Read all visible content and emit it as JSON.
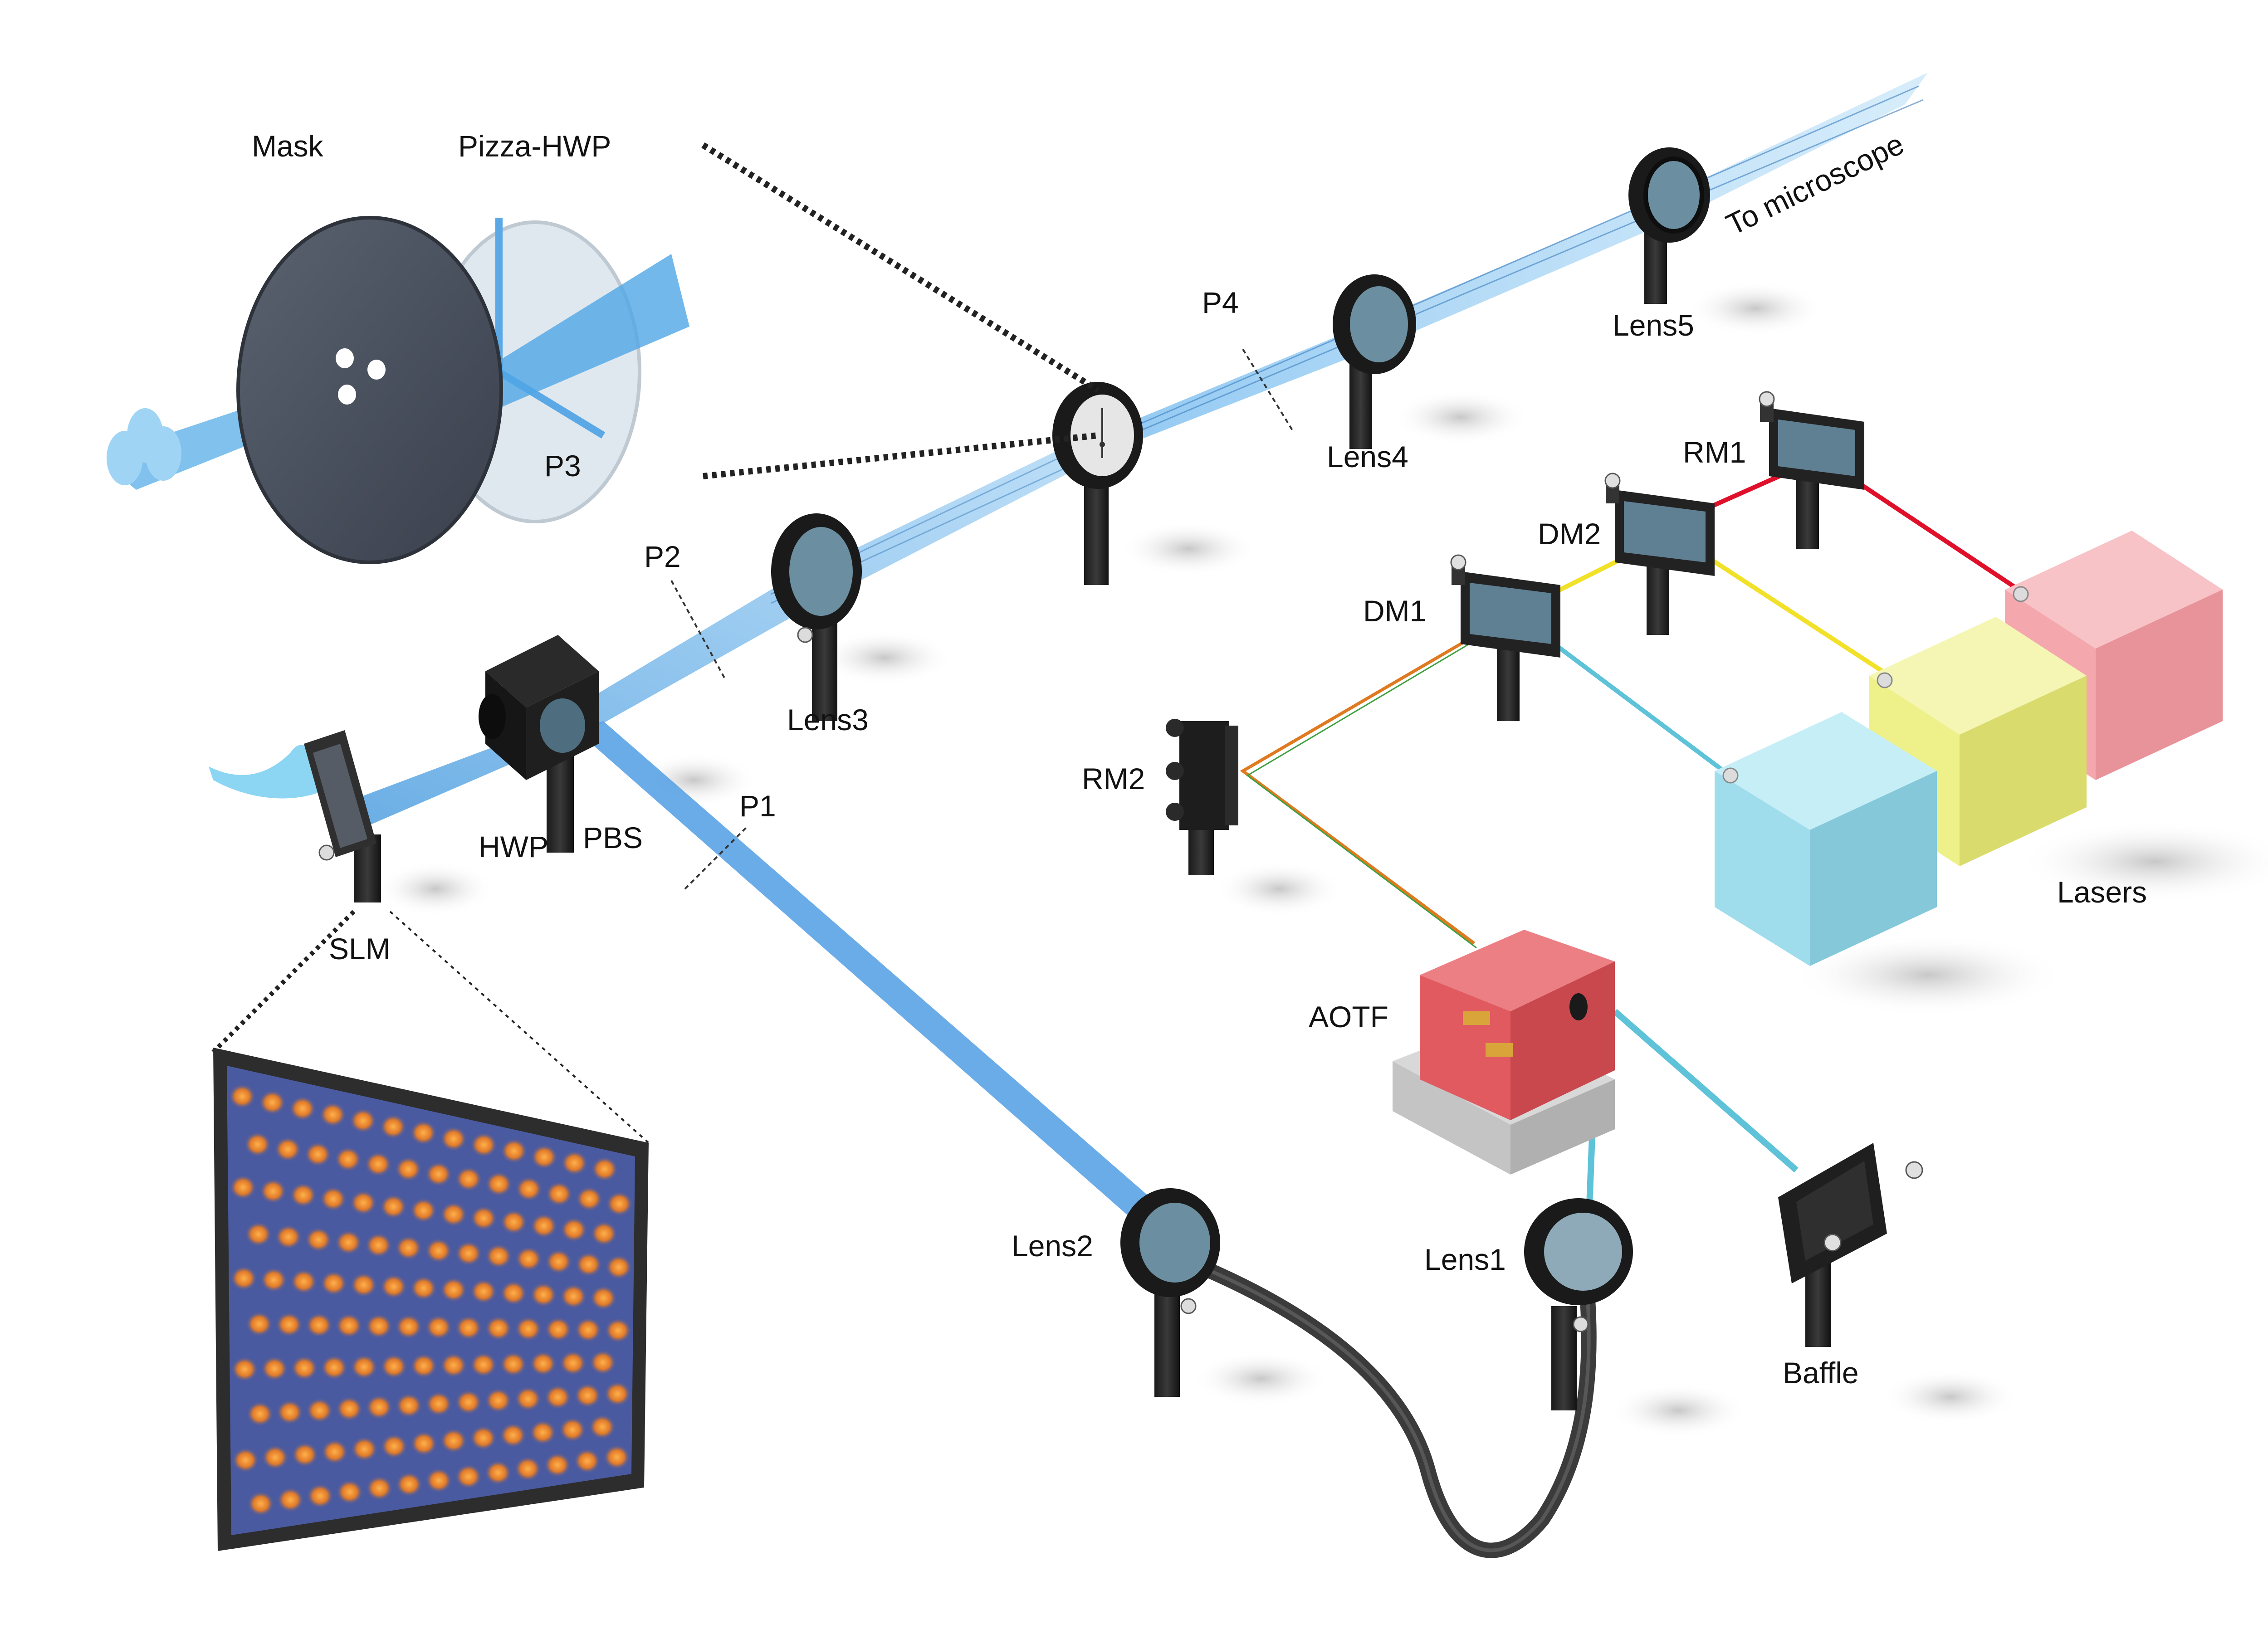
{
  "labels": {
    "mask": "Mask",
    "pizza_hwp": "Pizza-HWP",
    "p3": "P3",
    "p2": "P2",
    "p4": "P4",
    "p1": "P1",
    "lens1": "Lens1",
    "lens2": "Lens2",
    "lens3": "Lens3",
    "lens4": "Lens4",
    "lens5": "Lens5",
    "to_microscope": "To microscope",
    "rm1": "RM1",
    "rm2": "RM2",
    "dm1": "DM1",
    "dm2": "DM2",
    "hwp": "HWP",
    "pbs": "PBS",
    "slm": "SLM",
    "aotf": "AOTF",
    "lasers": "Lasers",
    "baffle": "Baffle"
  },
  "colors": {
    "beam_blue": "#5aa8e6",
    "fiber_blue": "#66bfe0",
    "laser_red": "#e0102a",
    "laser_yellow": "#f2e12a",
    "laser_cyan": "#5ec3d8",
    "laser_box_red": "#f4a8ae",
    "laser_box_yellow": "#eef08a",
    "laser_box_blue": "#9fdcec",
    "aotf_red": "#e05a60",
    "slm_spot": "#f08a2a",
    "slm_bg": "#4a5aa0"
  }
}
